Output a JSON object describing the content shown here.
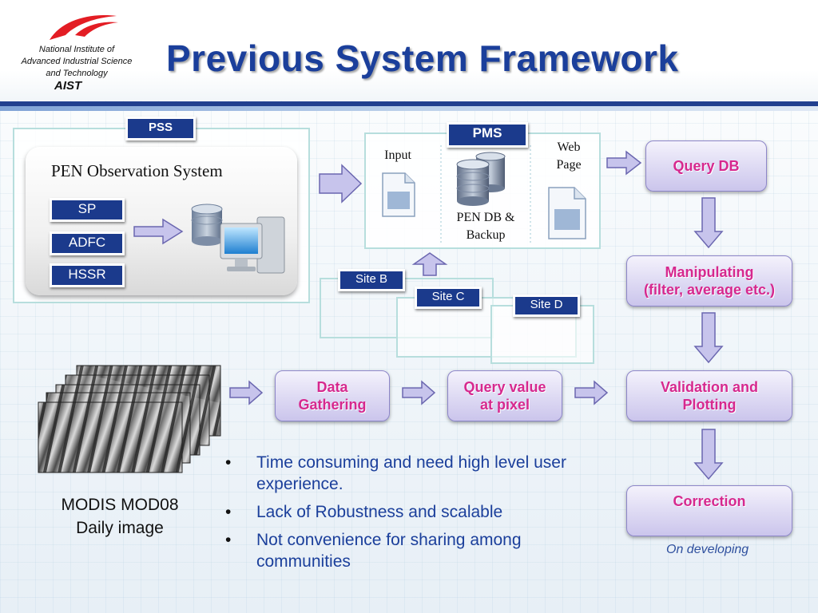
{
  "slide": {
    "title": "Previous System Framework",
    "logo": {
      "line1": "National Institute of",
      "line2": "Advanced Industrial Science",
      "line3": "and Technology",
      "abbr": "AIST"
    }
  },
  "pss": {
    "label": "PSS",
    "card_title": "PEN Observation System",
    "sensors": [
      "SP",
      "ADFC",
      "HSSR"
    ]
  },
  "pms": {
    "label": "PMS",
    "input_label": "Input",
    "db_label_1": "PEN DB &",
    "db_label_2": "Backup",
    "web_label_1": "Web",
    "web_label_2": "Page"
  },
  "sites": [
    "Site B",
    "Site C",
    "Site D"
  ],
  "processes": {
    "query_db": "Query DB",
    "manipulating_1": "Manipulating",
    "manipulating_2": "(filter, average etc.)",
    "validation_1": "Validation and",
    "validation_2": "Plotting",
    "correction": "Correction",
    "data_gathering_1": "Data",
    "data_gathering_2": "Gathering",
    "query_value_1": "Query value",
    "query_value_2": "at pixel"
  },
  "modis": {
    "caption_1": "MODIS MOD08",
    "caption_2": "Daily image"
  },
  "status_note": "On developing",
  "bullets": [
    "Time consuming and need high level user experience.",
    "Lack of Robustness and scalable",
    "Not convenience for sharing among communities"
  ],
  "bullet_glyph": "•",
  "colors": {
    "title": "#1b3f9b",
    "tag_fill": "#1b3a8c",
    "process_text": "#d6288e",
    "process_fill": "#d8d3f1",
    "frame_border": "#b7dedd",
    "arrow_fill": "#c7c4ec"
  }
}
